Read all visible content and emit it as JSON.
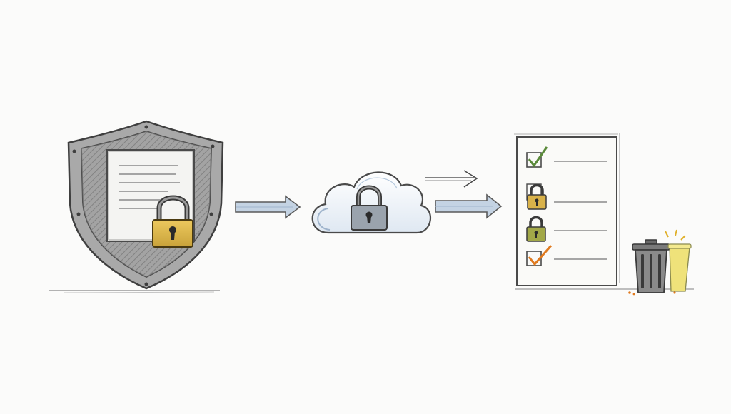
{
  "diagram": {
    "style": "pencil sketch",
    "stages": [
      {
        "id": "protected-document",
        "icon": "shield-icon",
        "contains": [
          "document-icon",
          "padlock-icon"
        ]
      },
      {
        "id": "encrypted-cloud",
        "icon": "cloud-icon",
        "contains": [
          "padlock-icon"
        ]
      },
      {
        "id": "checklist-and-disposal",
        "icon": "checklist-icon",
        "contains": [
          "check-icon",
          "padlock-icon",
          "padlock-icon",
          "check-icon",
          "trash-can-icon"
        ]
      }
    ],
    "connectors": [
      {
        "from": "protected-document",
        "to": "encrypted-cloud",
        "icon": "arrow-right-icon"
      },
      {
        "from": "encrypted-cloud",
        "to": "checklist-and-disposal",
        "icon": "arrow-right-icon",
        "double": true
      }
    ],
    "checklist_rows": [
      {
        "marker": "check-icon",
        "marker_color": "#5a8a3a"
      },
      {
        "marker": "padlock-icon",
        "marker_color": "#c9a23a"
      },
      {
        "marker": "padlock-icon",
        "marker_color": "#7a9a3a"
      },
      {
        "marker": "check-icon",
        "marker_color": "#e07a1f"
      }
    ],
    "colors": {
      "pencil": "#4a4a4a",
      "shield_fill": "#8c8c8c",
      "lock_gold": "#d9b24a",
      "arrow_blue": "#b8cbe0",
      "cloud_blue": "#c9d9ea",
      "accent_orange": "#e07a1f",
      "accent_yellow": "#efe27a"
    }
  }
}
